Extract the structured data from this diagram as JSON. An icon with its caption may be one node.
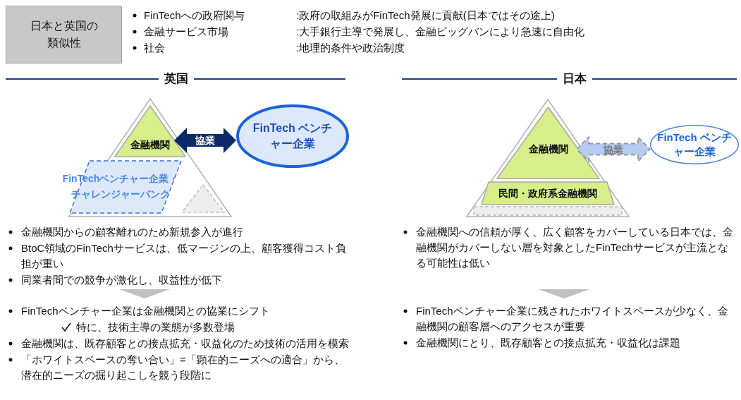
{
  "diagram": {
    "nodes": [
      {
        "text": [
          "日本と英国の類似性"
        ]
      },
      {
        "text": [],
        "shape": "triangle"
      },
      {
        "text": [
          "金融機関"
        ],
        "in": 1
      },
      {
        "text": [
          "FinTech ベンチャー企業"
        ]
      },
      {
        "text": [
          "FinTechベンチャー企業・チャレンジャーバンク"
        ],
        "in": 1
      },
      {
        "text": [],
        "shape": "triangle",
        "in": 1
      },
      {
        "text": [],
        "shape": "triangle"
      },
      {
        "text": [
          "金融機関"
        ],
        "in": 6
      },
      {
        "text": [
          "民間・政府系金融機関"
        ],
        "in": 6
      },
      {
        "text": [],
        "shape": "bar",
        "in": 6
      },
      {
        "text": [
          "FinTech ベンチャー企業"
        ]
      }
    ],
    "edges": [
      {
        "from": 2,
        "to": 3,
        "arrow": "both",
        "label": "協業",
        "style": "thick"
      },
      {
        "from": 7,
        "to": 10,
        "arrow": "both",
        "label": "協業",
        "style": "dashed",
        "color": "#b4cbf2"
      }
    ],
    "labels": [
      "FinTechへの政府関与",
      ":政府の取組みがFinTech発展に貢献(日本ではその途上)",
      "金融サービス市場",
      ":大手銀行主導で発展し、金融ビッグバンにより急速に自由化",
      "社会",
      ":地理的条件や政治制度",
      "英国",
      "日本",
      "金融機関からの顧客離れのため新規参入が進行",
      "BtoC領域のFinTechサービスは、低マージンの上、顧客獲得コスト負担が重い",
      "同業者間での競争が激化し、収益性が低下",
      "金融機関への信頼が厚く、広く顧客をカバーしている日本では、金融機関がカバーしない層を対象としたFinTechサービスが主流となる可能性は低い",
      "FinTechベンチャー企業は金融機関との協業にシフト",
      "特に、技術主導の業態が多数登場",
      "金融機関は、既存顧客との接点拡充・収益化のため技術の活用を模索",
      "「ホワイトスペースの奪い合い」=「顕在的ニーズへの適合」から、潜在的ニーズの掘り起こしを競う段階に",
      "FinTechベンチャー企業に残されたホワイトスペースが少なく、金融機関の顧客層へのアクセスが重要",
      "金融機関にとり、既存顧客との接点拡充・収益化は課題"
    ]
  }
}
